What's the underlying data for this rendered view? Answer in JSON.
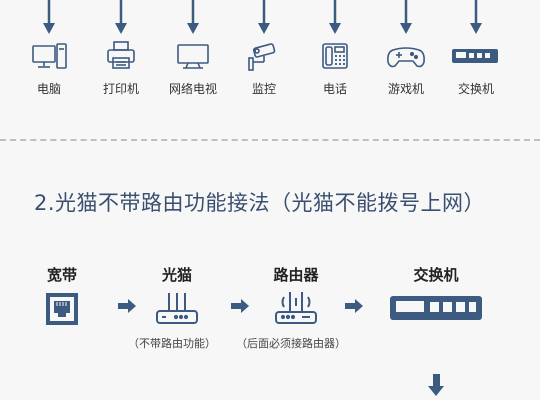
{
  "top_devices": [
    {
      "label": "电脑",
      "icon": "computer-icon"
    },
    {
      "label": "打印机",
      "icon": "printer-icon"
    },
    {
      "label": "网络电视",
      "icon": "tv-icon"
    },
    {
      "label": "监控",
      "icon": "camera-icon"
    },
    {
      "label": "电话",
      "icon": "phone-icon"
    },
    {
      "label": "游戏机",
      "icon": "gamepad-icon"
    },
    {
      "label": "交换机",
      "icon": "switch-icon"
    }
  ],
  "section_title": "2.光猫不带路由功能接法（光猫不能拨号上网）",
  "flow": {
    "nodes": [
      {
        "label": "宽带",
        "icon": "ethernet-port-icon"
      },
      {
        "label": "光猫",
        "icon": "modem-icon"
      },
      {
        "label": "路由器",
        "icon": "router-icon"
      },
      {
        "label": "交换机",
        "icon": "switch-icon"
      }
    ],
    "notes": {
      "modem": "（不带路由功能）",
      "router": "（后面必须接路由器）"
    }
  },
  "colors": {
    "accent": "#3d5a80",
    "heading": "#3a4f70",
    "background": "#f7f7f7"
  }
}
